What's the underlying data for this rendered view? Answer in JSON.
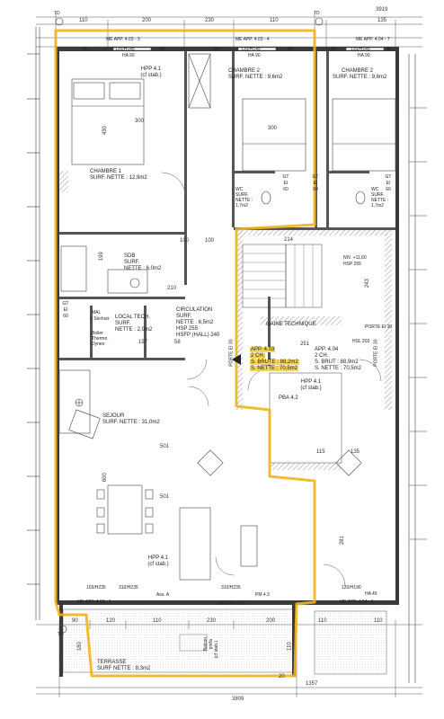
{
  "top_dims": {
    "d1": "3919",
    "d2": "110",
    "d3": "200",
    "d4": "230",
    "d5": "110",
    "d6": "135"
  },
  "td_labels": [
    "TD",
    "TD",
    "TD"
  ],
  "me_app_top": {
    "left": "ME APP. 4.03 - 3",
    "mid": "ME APP. 4.03 - 4",
    "right": "ME APP. 4.04 - 7"
  },
  "row2_dims": [
    "90",
    "120/H145",
    "90",
    "90",
    "120/H145",
    "90",
    "90",
    "120/H145",
    "90"
  ],
  "ha_labels": [
    "HA 90",
    "HA 90",
    "HA 90"
  ],
  "rooms": {
    "hpp_top": {
      "name": "HPP 4.1",
      "note": "(cf stab.)"
    },
    "chambre1": {
      "name": "CHAMBRE 1",
      "surf": "SURF. NETTE : 12,9m2"
    },
    "chambre2a": {
      "name": "CHAMBRE 2",
      "surf": "SURF. NETTE : 9,6m2"
    },
    "chambre2b": {
      "name": "CHAMBRE 2",
      "surf": "SURF. NETTE : 9,6m2"
    },
    "wc_a": {
      "name": "WC",
      "l2": "SURF.",
      "l3": "NETTE :",
      "l4": "1,7m2"
    },
    "wc_b": {
      "name": "WC",
      "l2": "SURF.",
      "l3": "NETTE :",
      "l4": "1,7m2"
    },
    "sdb": {
      "name": "SDB",
      "l2": "SURF.",
      "l3": "NETTE : 6,0m2"
    },
    "local_tech": {
      "name": "LOCAL TECH.",
      "l2": "SURF.",
      "l3": "NETTE : 2,9m2"
    },
    "circulation": {
      "name": "CIRCULATION",
      "l2": "SURF.",
      "l3": "NETTE : 6,5m2",
      "l4": "HSP 255",
      "l5": "HSFP (HALL) 240"
    },
    "mal": {
      "l1": "MAL",
      "l2": "+ Séchoir"
    },
    "boiler": {
      "l1": "Boiler",
      "l2": "Thermo.",
      "l3": "Dyneo"
    },
    "sejour": {
      "name": "SEJOUR",
      "surf": "SURF. NETTE : 31,0m2"
    },
    "hpp_bottom": {
      "name": "HPP 4.1",
      "note": "(cf stab.)"
    },
    "terrasse": {
      "name": "TERRASSE",
      "surf": "SURF NETTE : 8,3m2"
    },
    "gaine": "GAINE TECHNIQUE",
    "niv": {
      "l1": "NIV. +11,60",
      "l2": "HSP 255"
    },
    "hpp_center": {
      "name": "HPP 4.1",
      "note": "(cf stab.)"
    },
    "pba": "PBA 4.2"
  },
  "app403": {
    "title": "APP. 4.03",
    "ch": "2 CH.",
    "brute": "S. BRUTE : 88,2m2",
    "nette": "S. NETTE : 70,5m2"
  },
  "app404": {
    "title": "APP. 4.04",
    "ch": "2 CH.",
    "brute": "S. BRUT : 88,9m2",
    "nette": "S. NETTE : 70,5m2"
  },
  "porte_labels": {
    "p1": "PORTE EI 30",
    "p2": "PORTE EI 30",
    "p3": "PORTE EI 30"
  },
  "gt_labels": {
    "gt1": {
      "a": "GT",
      "b": "EI",
      "c": "60"
    },
    "gt2": {
      "a": "GT",
      "b": "EI",
      "c": "60"
    },
    "gt3": {
      "a": "GT",
      "b": "EI",
      "c": "60"
    },
    "gt4": {
      "a": "GT",
      "b": "EI",
      "c": "60"
    }
  },
  "inner_dims": {
    "d300a": "300",
    "d300b": "300",
    "d430": "430",
    "d199": "199",
    "d100a": "100",
    "d100b": "100",
    "d214": "214",
    "d243": "243",
    "d210": "210",
    "d197": "197",
    "d58": "58",
    "d251": "251",
    "d501a": "501",
    "d501b": "501",
    "d600": "600",
    "d281": "281",
    "d135": "135",
    "d115": "115",
    "dhsl": "HSL 203",
    "d180": "180",
    "d110": "110",
    "d20": "20"
  },
  "bottom_row": {
    "b1": "103/H235",
    "b2": "310/H235",
    "b3": "310/H235",
    "b4": "120/H190",
    "b5": "HA 45",
    "ass": "Ass. A",
    "pm": "PM 4.3",
    "me_left": "ME APP. 4.03 - 1",
    "me_mid": "ME APP. 4.03",
    "me_right": "ME APP. 4.04 - 1"
  },
  "bottom_dims": [
    "90",
    "120",
    "110",
    "230",
    "200",
    "110",
    "110"
  ],
  "balcon": {
    "l1": "Balcon",
    "l2": "préfa",
    "l3": "(cf stab.)"
  },
  "bottom_total": {
    "total": "3809",
    "right": "1357"
  },
  "colors": {
    "outline": "#f2b21e",
    "wall": "#3a3a3a",
    "hatch": "#8a8a8a"
  }
}
